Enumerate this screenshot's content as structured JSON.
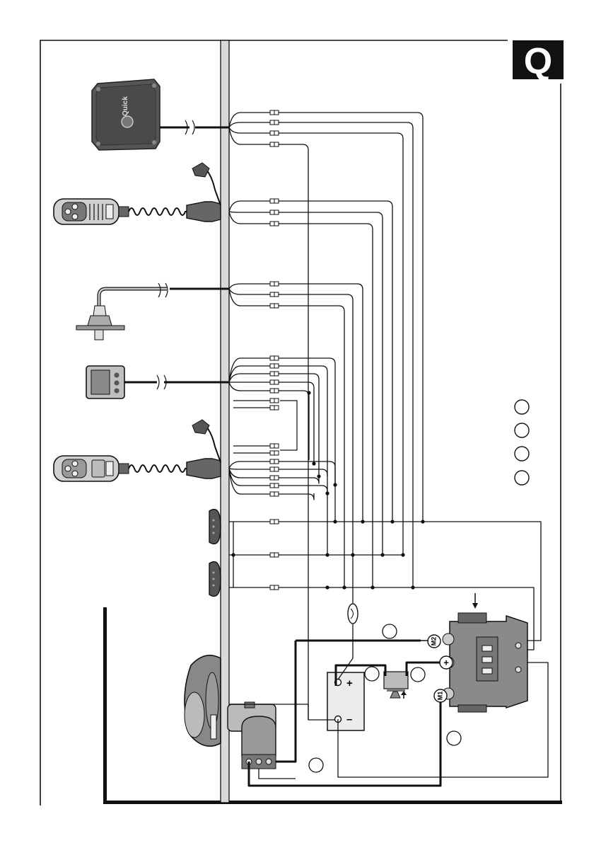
{
  "brand": {
    "logo_letter": "Q",
    "device_lettering": "Quick",
    "colors": {
      "frame": "#111111",
      "bulkhead": "#d9d9d9",
      "wire": "#111111",
      "device": "#555555",
      "device_light": "#bdbdbd"
    }
  },
  "components": {
    "control_unit": {
      "icon": "control-box-icon"
    },
    "remote_upper": {
      "icon": "wireless-remote-icon"
    },
    "sensor": {
      "icon": "chain-counter-sensor-icon"
    },
    "display": {
      "icon": "chain-counter-display-icon"
    },
    "remote_lower": {
      "icon": "wired-remote-icon"
    },
    "deck_switches": {
      "icon": "deck-footswitch-icon"
    },
    "windlass": {
      "icon": "windlass-icon"
    },
    "battery": {
      "icon": "battery-icon",
      "plus": "+",
      "minus": "–"
    },
    "isolator": {
      "icon": "breaker-icon"
    },
    "fuse": {
      "icon": "fuse-icon"
    },
    "solenoid": {
      "icon": "solenoid-box-icon"
    }
  },
  "terminals": {
    "m2": "M2",
    "plus": "+",
    "m1": "M1"
  },
  "legend": {
    "circles": [
      "",
      "",
      "",
      ""
    ]
  },
  "wire_callouts": [
    "",
    "",
    "",
    "",
    ""
  ]
}
